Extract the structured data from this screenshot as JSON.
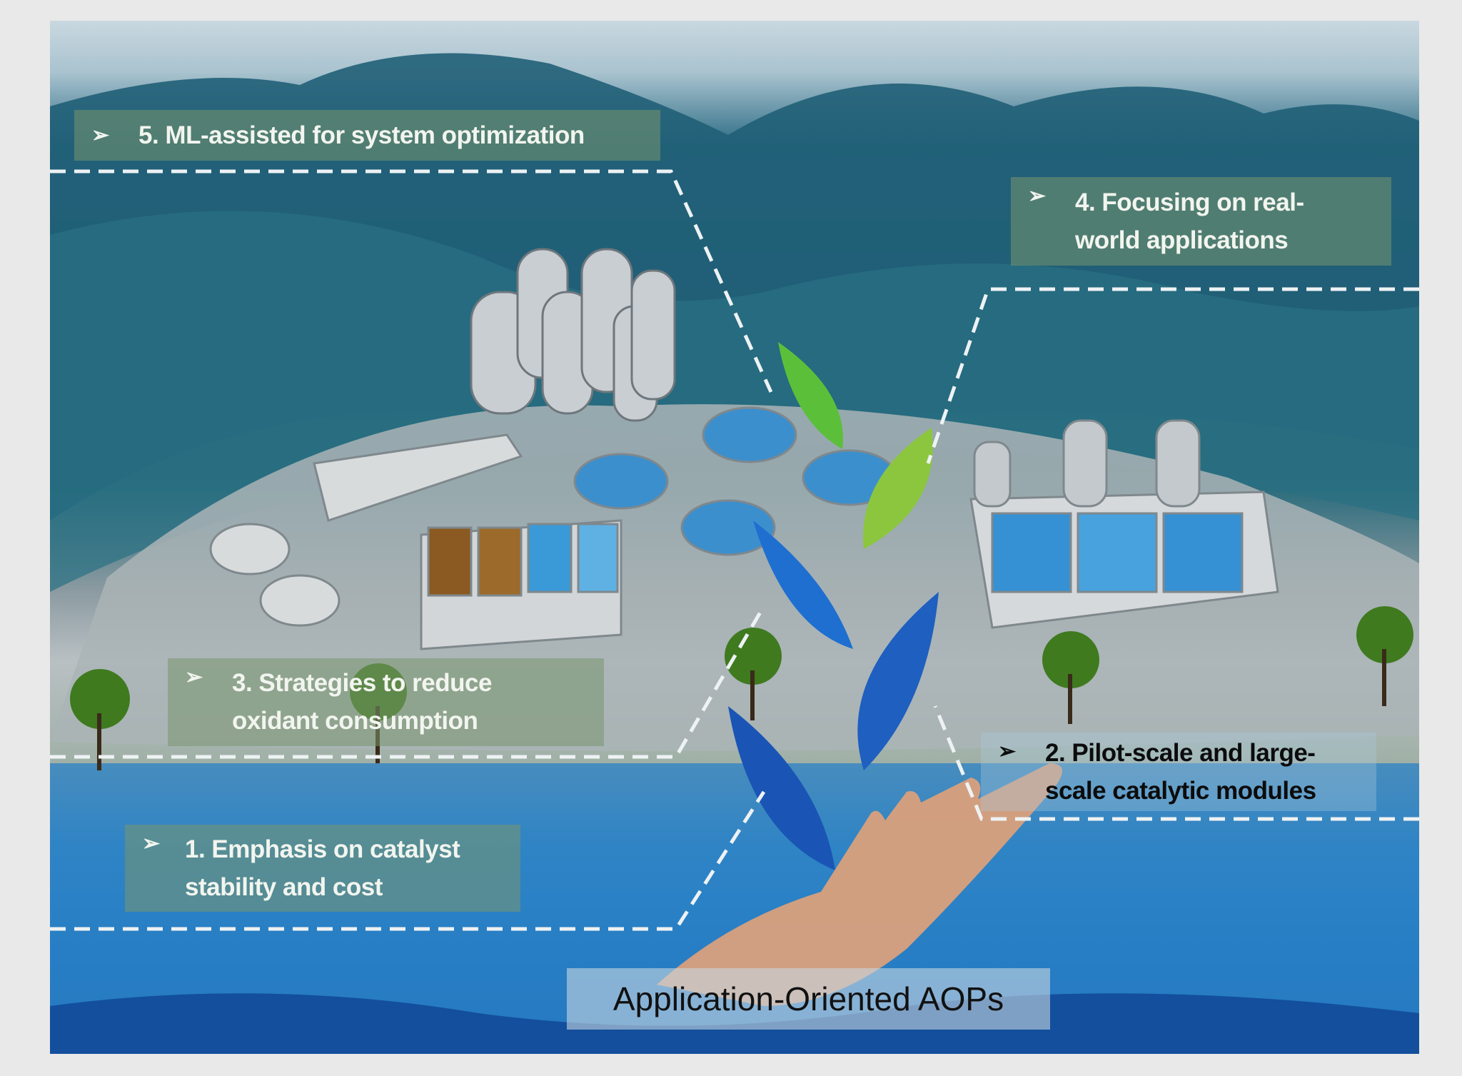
{
  "labels": [
    {
      "num": "5",
      "text": "5. ML-assisted for system optimization"
    },
    {
      "num": "4",
      "line1": "4. Focusing on real-",
      "line2": "world applications"
    },
    {
      "num": "3",
      "line1": "3. Strategies to reduce",
      "line2": "oxidant consumption"
    },
    {
      "num": "2",
      "line1": "2. Pilot-scale and large-",
      "line2": "scale catalytic modules"
    },
    {
      "num": "1",
      "line1": "1. Emphasis on catalyst",
      "line2": "stability and cost"
    }
  ],
  "bullet_glyph": "➢",
  "title": "Application-Oriented AOPs",
  "colors": {
    "leaf_green": "#5cbf3a",
    "leaf_blue": "#1e5fc0",
    "water": "#2379c0",
    "forest": "#1d5a72"
  }
}
